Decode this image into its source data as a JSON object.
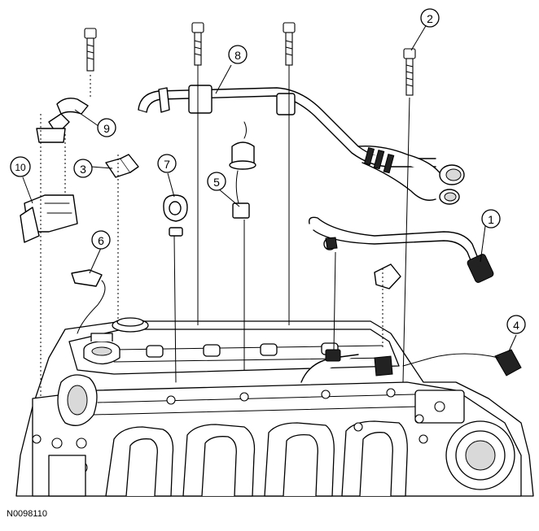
{
  "figure_id": "N0098110",
  "callouts": [
    "1",
    "2",
    "3",
    "4",
    "5",
    "6",
    "7",
    "8",
    "9",
    "10"
  ]
}
